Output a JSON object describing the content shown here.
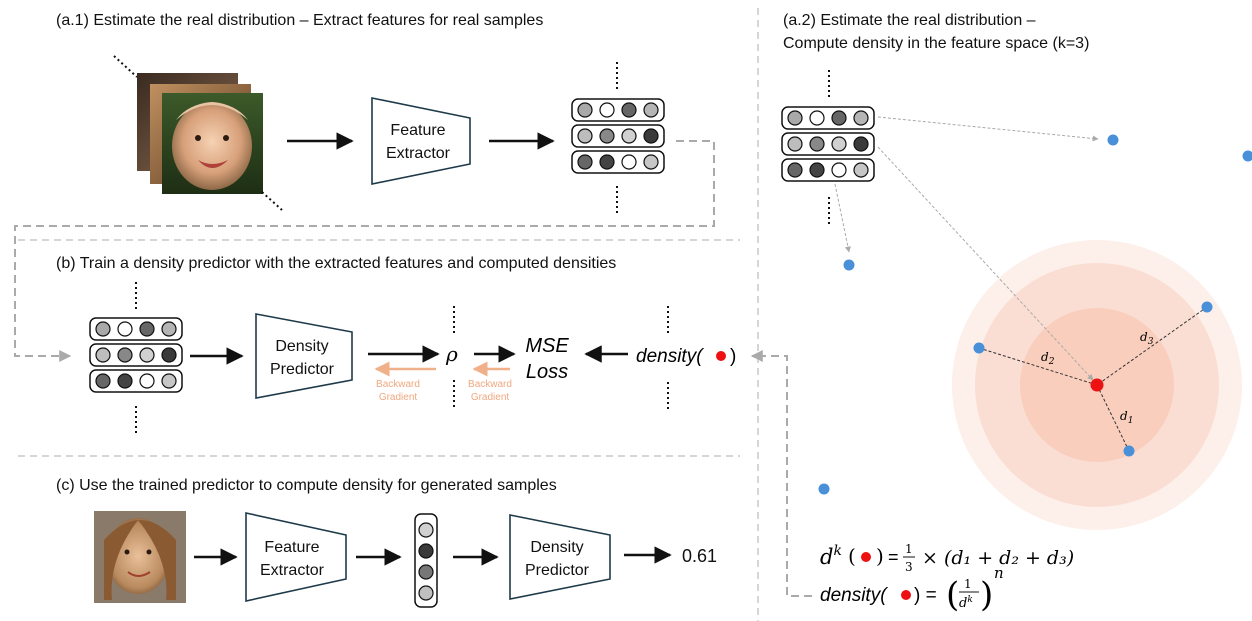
{
  "sections": {
    "a1_title": "(a.1) Estimate the real distribution – Extract features for real samples",
    "a2_title_line1": "(a.2) Estimate the real distribution –",
    "a2_title_line2": "Compute density in the feature space (k=3)",
    "b_title": "(b) Train a density predictor with the extracted features and computed densities",
    "c_title": "(c) Use the trained predictor to compute density for generated samples"
  },
  "blocks": {
    "feature_extractor_line1": "Feature",
    "feature_extractor_line2": "Extractor",
    "density_predictor_line1": "Density",
    "density_predictor_line2": "Predictor"
  },
  "training": {
    "rho": "ρ",
    "mse_line1": "MSE",
    "mse_line2": "Loss",
    "density_label": "density(",
    "density_close": ")",
    "backward_line1": "Backward",
    "backward_line2": "Gradient"
  },
  "feature_space": {
    "d1": "d",
    "d1_sub": "1",
    "d2": "d",
    "d2_sub": "2",
    "d3": "d",
    "d3_sub": "3"
  },
  "formulas": {
    "dk_lhs": "d",
    "dk_sup": "k",
    "dk_eq": "=",
    "dk_rhs": "× (d₁ + d₂ + d₃)",
    "frac_one": "1",
    "frac_three": "3",
    "density_word": "density(",
    "density_close": ") =",
    "density_one": "1",
    "density_dk": "d",
    "density_dk_sup": "k",
    "density_exp": "n"
  },
  "output": {
    "value": "0.61"
  },
  "colors": {
    "accent_red": "#ee1111",
    "point_blue": "#4a90d9",
    "gradient_orange": "#f0a880",
    "halo": "#f4a484",
    "dashed": "#999999"
  }
}
